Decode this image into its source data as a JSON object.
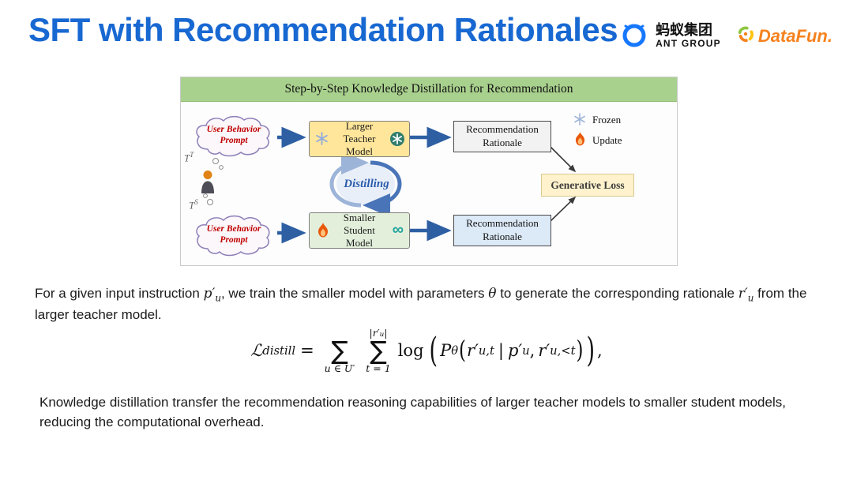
{
  "slide": {
    "title": "SFT with Recommendation Rationales"
  },
  "logos": {
    "ant_cn": "蚂蚁集团",
    "ant_en": "ANT GROUP",
    "datafun": "DataFun."
  },
  "colors": {
    "title_blue": "#1868D2",
    "ant_blue": "#1677FF",
    "datafun_orange": "#F5821F",
    "header_green": "#A9D18E",
    "teacher_yellow": "#FFE69B",
    "student_green": "#E3EFDB",
    "rationale_blue": "#DCE9F7",
    "loss_cream": "#FFF2CC",
    "prompt_red": "#C00000"
  },
  "diagram": {
    "header": "Step-by-Step Knowledge Distillation for Recommendation",
    "cloud_top": "User Behavior Prompt",
    "cloud_bottom": "User Behavior Prompt",
    "prompt_label_top": {
      "base": "T",
      "sup": "T"
    },
    "prompt_label_bottom": {
      "base": "T",
      "sup": "S"
    },
    "teacher_model": "Larger Teacher Model",
    "student_model": "Smaller Student Model",
    "distilling": "Distilling",
    "rationale_top": "Recommendation Rationale",
    "rationale_bottom": "Recommendation Rationale",
    "legend": {
      "frozen": "Frozen",
      "update": "Update"
    },
    "generative_loss": "Generative Loss",
    "infinity": "∞",
    "icons": {
      "snowflake": "snowflake-icon",
      "flame": "flame-icon",
      "openai": "openai-logo",
      "person": "user-icon"
    }
  },
  "body": {
    "para1": {
      "t1": "For a given input instruction ",
      "m1": "p′",
      "m1_sub": "u",
      "t2": ", we train the smaller model with parameters ",
      "theta": "θ",
      "t3": " to generate the corresponding rationale ",
      "m2": "r′",
      "m2_sub": "u",
      "t4": " from the larger teacher model."
    },
    "para2": "Knowledge distillation transfer the  recommendation reasoning capabilities of larger teacher models to smaller student models, reducing the computational overhead."
  },
  "formula": {
    "lhs": "ℒ",
    "lhs_sub": "distill",
    "equals": "=",
    "sigma": "∑",
    "sum1_under": "u ∈ U′",
    "sum2_over_a": "|r′",
    "sum2_over_b": "u",
    "sum2_over_c": "|",
    "sum2_under": "t = 1",
    "log": "log",
    "lparen": "(",
    "rparen": ")",
    "P": "P",
    "P_sub": "θ",
    "r1": "r′",
    "r1_sub": "u,t",
    "bar": "|",
    "p1": "p′",
    "p1_sub": "u",
    "comma": ",",
    "r2": "r′",
    "r2_sub": "u,<t",
    "trailing": ","
  }
}
